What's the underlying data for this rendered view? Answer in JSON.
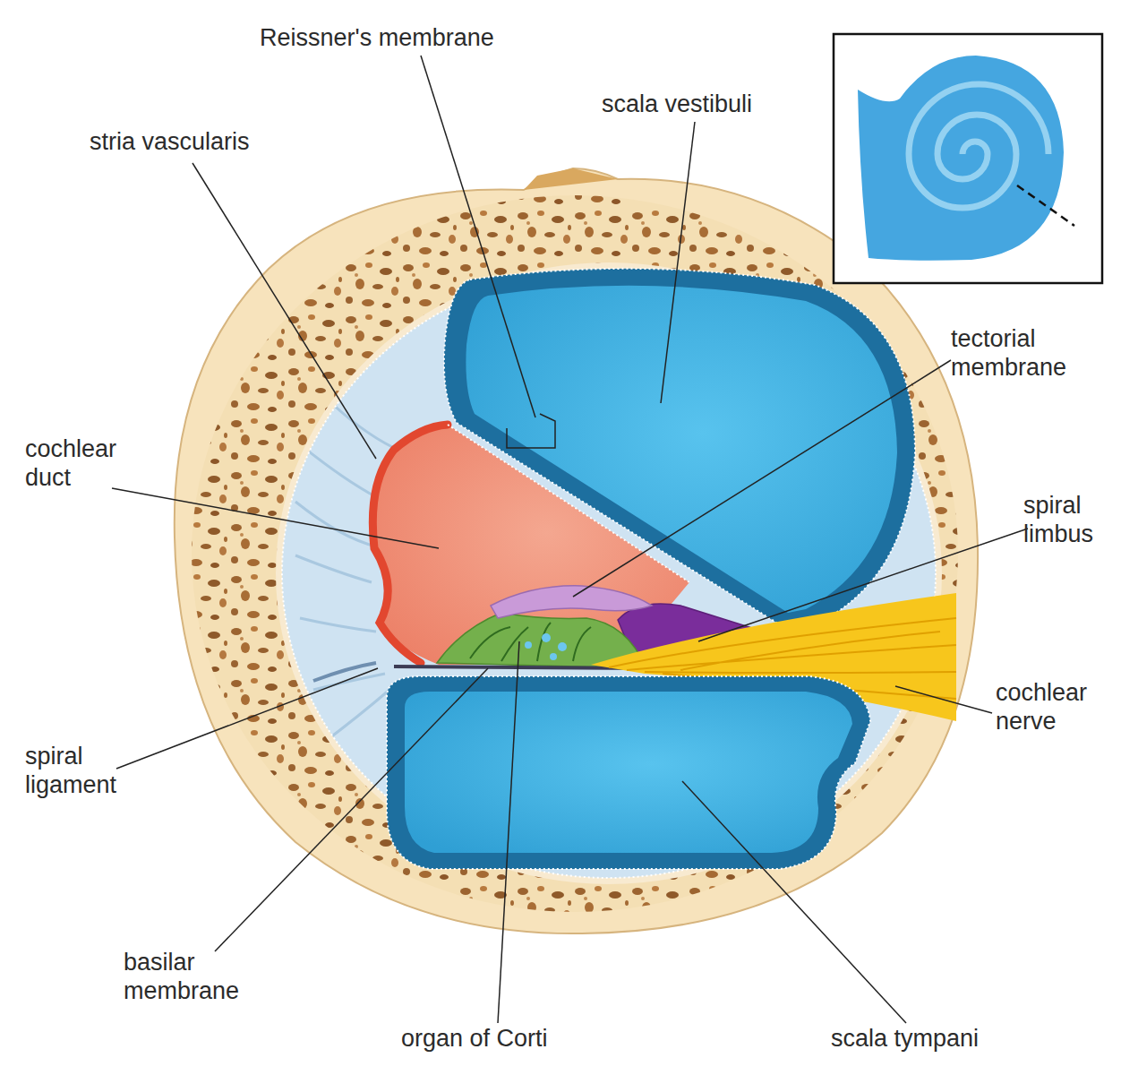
{
  "diagram": {
    "labels": [
      "Reissner's membrane",
      "scala vestibuli",
      "stria vascularis",
      "tectorial membrane",
      "cochlear duct",
      "spiral limbus",
      "cochlear nerve",
      "spiral ligament",
      "basilar membrane",
      "organ of Corti",
      "scala tympani"
    ]
  }
}
